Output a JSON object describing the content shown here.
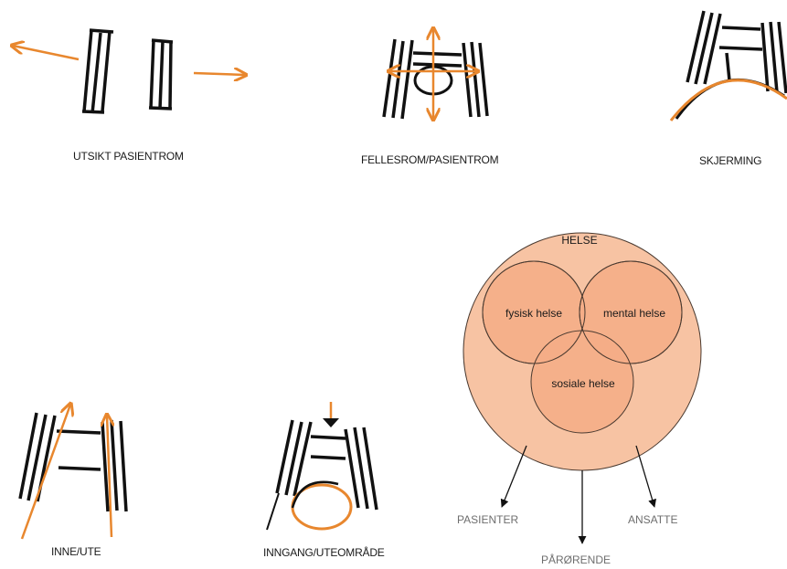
{
  "sketches": [
    {
      "label": "UTSIKT PASIENTROM"
    },
    {
      "label": "FELLESROM/PASIENTROM"
    },
    {
      "label": "SKJERMING"
    },
    {
      "label": "INNE/UTE"
    },
    {
      "label": "INNGANG/UTEOMRÅDE"
    }
  ],
  "venn": {
    "outer_label": "HELSE",
    "circles": [
      "fysisk helse",
      "mental helse",
      "sosiale helse"
    ],
    "outputs": [
      "PASIENTER",
      "PÅRØRENDE",
      "ANSATTE"
    ]
  },
  "colors": {
    "accent_orange": "#e8872e",
    "outer_fill": "#f7c3a3",
    "inner_fill": "#f5ad86",
    "stroke": "#111111",
    "output_text": "#6e6e6e"
  }
}
